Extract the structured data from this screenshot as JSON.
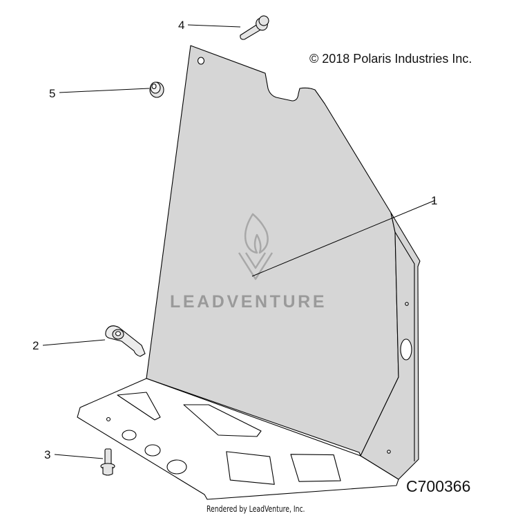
{
  "copyright": "© 2018 Polaris Industries Inc.",
  "diagram_code": "C700366",
  "rendered_by": "Rendered by LeadVenture, Inc.",
  "watermark": {
    "text": "LEADVENTURE",
    "icon": "leadventure-flame-logo-icon"
  },
  "callouts": [
    {
      "id": "1",
      "part": "shield-panel"
    },
    {
      "id": "2",
      "part": "bracket-clip-nut"
    },
    {
      "id": "3",
      "part": "flange-bolt-short"
    },
    {
      "id": "4",
      "part": "flange-bolt-long"
    },
    {
      "id": "5",
      "part": "flange-nut"
    }
  ],
  "colors": {
    "panel_fill": "#d6d6d6",
    "line": "#000000",
    "watermark": "#9a9a9a"
  }
}
